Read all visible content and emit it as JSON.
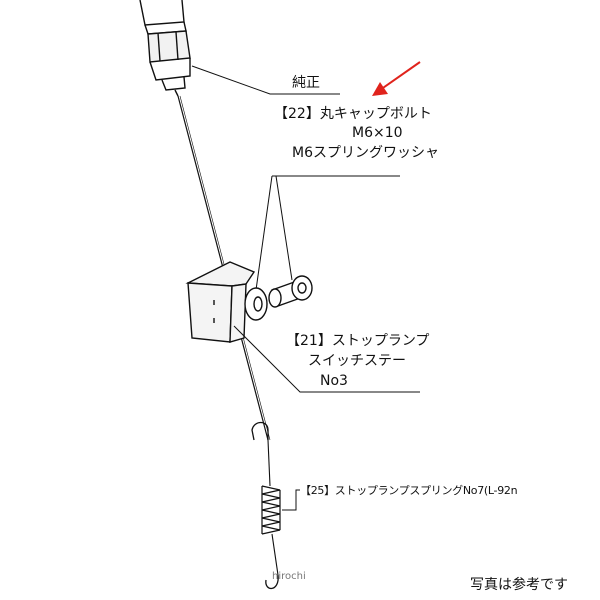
{
  "labels": {
    "genuine": "純正",
    "part22_title": "【22】丸キャップボルト",
    "part22_size": "M6×10",
    "part22_washer": "M6スプリングワッシャ",
    "part21_title": "【21】ストップランプ",
    "part21_sub": "スイッチステー",
    "part21_no": "No3",
    "part25": "【25】ストップランプスプリングNo7(L-92n"
  },
  "watermark": "hirochi",
  "note": "写真は参考です",
  "colors": {
    "ink": "#111111",
    "accent_arrow": "#e0231c",
    "watermark": "#777777"
  }
}
